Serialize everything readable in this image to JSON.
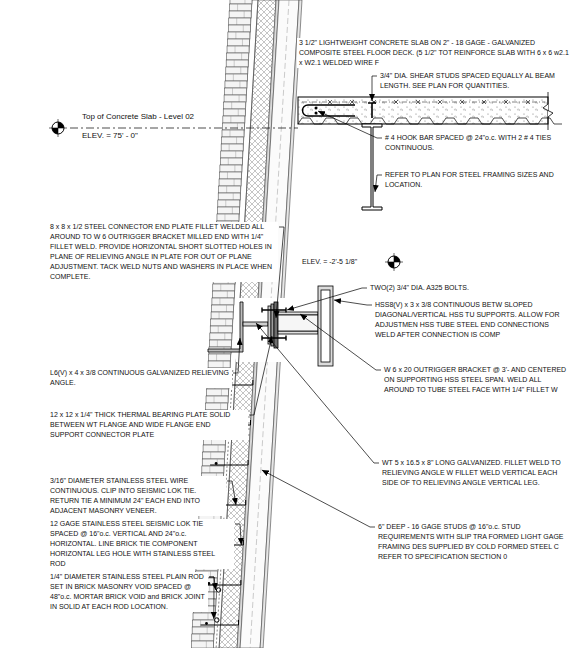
{
  "diagram": {
    "labels": [
      "3 1/2\" LIGHTWEIGHT CONCRETE SLAB ON 2\" - 18 GAGE - GALVANIZED COMPOSITE STEEL FLOOR DECK. (5 1/2\" TOT REINFORCE SLAB WITH 6 x 6 w2.1 x W2.1 WELDED WIRE F",
      "3/4\" DIA. SHEAR STUDS SPACED EQUALLY AL BEAM LENGTH. SEE PLAN FOR QUANTITIES.",
      "Top of Concrete Slab - Level 02",
      "ELEV. = 75' - 0\"",
      "# 4 HOOK BAR SPACED @ 24\"o.c. WITH 2 # 4 TIES CONTINUOUS.",
      "REFER TO PLAN FOR STEEL FRAMING SIZES AND LOCATION.",
      "ELEV. = -2'-5 1/8\"",
      "TWO(2) 3/4\" DIA. A325 BOLTS.",
      "HSS8(V) x 3 x 3/8 CONTINUOUS BETW SLOPED DIAGONAL/VERTICAL HSS TU SUPPORTS. ALLOW FOR ADJUSTMEN HSS TUBE STEEL END CONNECTIONS WELD AFTER CONNECTION IS COMP",
      "8 x 8 x 1/2 STEEL CONNECTOR END PLATE FILLET WELDED ALL AROUND TO W 6 OUTRIGGER BRACKET MILLED END WITH 1/4\" FILLET WELD. PROVIDE HORIZONTAL SHORT SLOTTED HOLES IN PLANE OF RELIEVING ANGLE IN PLATE FOR OUT OF PLANE ADJUSTMENT. TACK WELD NUTS AND WASHERS IN PLACE WHEN COMPLETE.",
      "W 6 x 20 OUTRIGGER BRACKET @ 3'- AND CENTERED ON SUPPORTING HSS STEEL SPAN. WELD ALL AROUND TO TUBE STEEL FACE WITH 1/4\" FILLET W",
      "L6(V) x 4 x 3/8 CONTINUOUS GALVANIZED RELIEVING ANGLE.",
      "12 x 12 x 1/4\" THICK THERMAL BEARING PLATE SOLID BETWEEN WT FLANGE AND WIDE FLANGE END SUPPORT CONNECTOR PLATE",
      "WT 5 x 16.5 x 8\" LONG GALVANIZED. FILLET WELD TO RELIEVING ANGLE W FILLET WELD VERTICAL EACH SIDE OF TO RELIEVING ANGLE VERTICAL LEG.",
      "3/16\" DIAMETER STAINLESS STEEL WIRE CONTINUOUS. CLIP INTO SEISMIC LOK TIE. RETURN TIE A MINIMUM 24\" EACH END INTO ADJACENT MASONRY VENEER.",
      "12 GAGE STAINLESS STEEL SEISMIC LOK TIE SPACED @ 16\"o.c. VERTICAL AND 24\"o.c. HORIZONTAL. LINE BRICK TIE COMPONENT HORIZONTAL LEG HOLE WITH STAINLESS STEEL ROD",
      "6\" DEEP - 16 GAGE STUDS @ 16\"o.c. STUD REQUIREMENTS WITH SLIP TRA FORMED LIGHT GAGE FRAMING DES SUPPLIED BY COLD FORMED STEEL C REFER TO SPECIFICATION SECTION 0",
      "1/4\" DIAMETER STAINLESS STEEL PLAIN ROD SET IN BRICK MASONRY VOID SPACED @ 48\"o.c. MORTAR BRICK VOID and BRICK JOINT IN SOLID AT EACH ROD LOCATION."
    ]
  }
}
